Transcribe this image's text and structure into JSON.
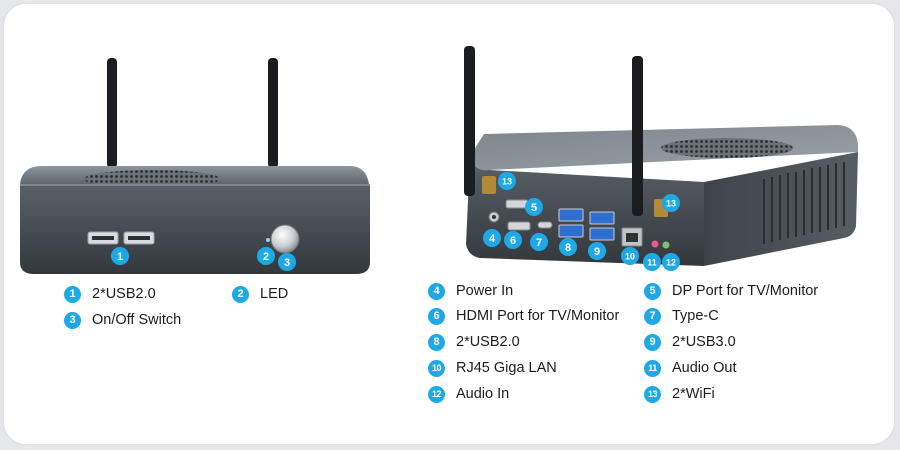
{
  "front_legend": [
    {
      "num": "1",
      "label": "2*USB2.0"
    },
    {
      "num": "2",
      "label": "LED"
    },
    {
      "num": "3",
      "label": "On/Off Switch"
    }
  ],
  "rear_legend": [
    {
      "num": "4",
      "label": "Power In"
    },
    {
      "num": "5",
      "label": "DP Port for TV/Monitor"
    },
    {
      "num": "6",
      "label": "HDMI Port for TV/Monitor"
    },
    {
      "num": "7",
      "label": "Type-C"
    },
    {
      "num": "8",
      "label": "2*USB2.0"
    },
    {
      "num": "9",
      "label": "2*USB3.0"
    },
    {
      "num": "10",
      "label": "RJ45 Giga LAN"
    },
    {
      "num": "11",
      "label": "Audio Out"
    },
    {
      "num": "12",
      "label": "Audio In"
    },
    {
      "num": "13",
      "label": "2*WiFi"
    }
  ],
  "colors": {
    "badge": "#1da8e8",
    "body": "#4a5058",
    "antenna": "#1b1d20"
  }
}
